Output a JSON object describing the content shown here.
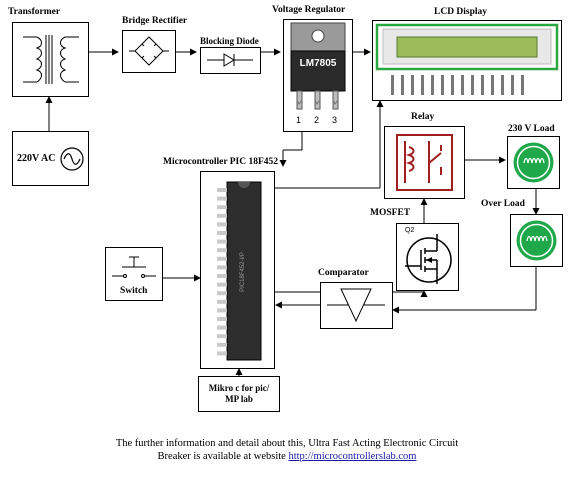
{
  "labels": {
    "transformer": "Transformer",
    "bridge": "Bridge Rectifier",
    "diode": "Blocking Diode",
    "regulator": "Voltage Regulator",
    "regulator_part": "LM7805",
    "regulator_pins": [
      "1",
      "2",
      "3"
    ],
    "lcd": "LCD Display",
    "ac_source": "220V AC",
    "relay": "Relay",
    "load1": "230 V Load",
    "load2": "Over Load",
    "mcu": "Microcontroller PIC 18F452",
    "mosfet": "MOSFET",
    "mosfet_ref": "Q2",
    "comparator": "Comparator",
    "switch": "Switch",
    "ide_line1": "Mikro c for pic/",
    "ide_line2": "MP lab"
  },
  "caption": {
    "line1": "The further information and detail about this, Ultra Fast Acting Electronic Circuit",
    "line2_prefix": "Breaker is available at website ",
    "link": "http://microcontrollerslab.com"
  },
  "colors": {
    "relay_red": "#a02020",
    "load_green": "#1fa84a",
    "lcd_green": "#9cbc5a",
    "lcd_border": "#2aa840",
    "link_blue": "#1a1aaa"
  }
}
